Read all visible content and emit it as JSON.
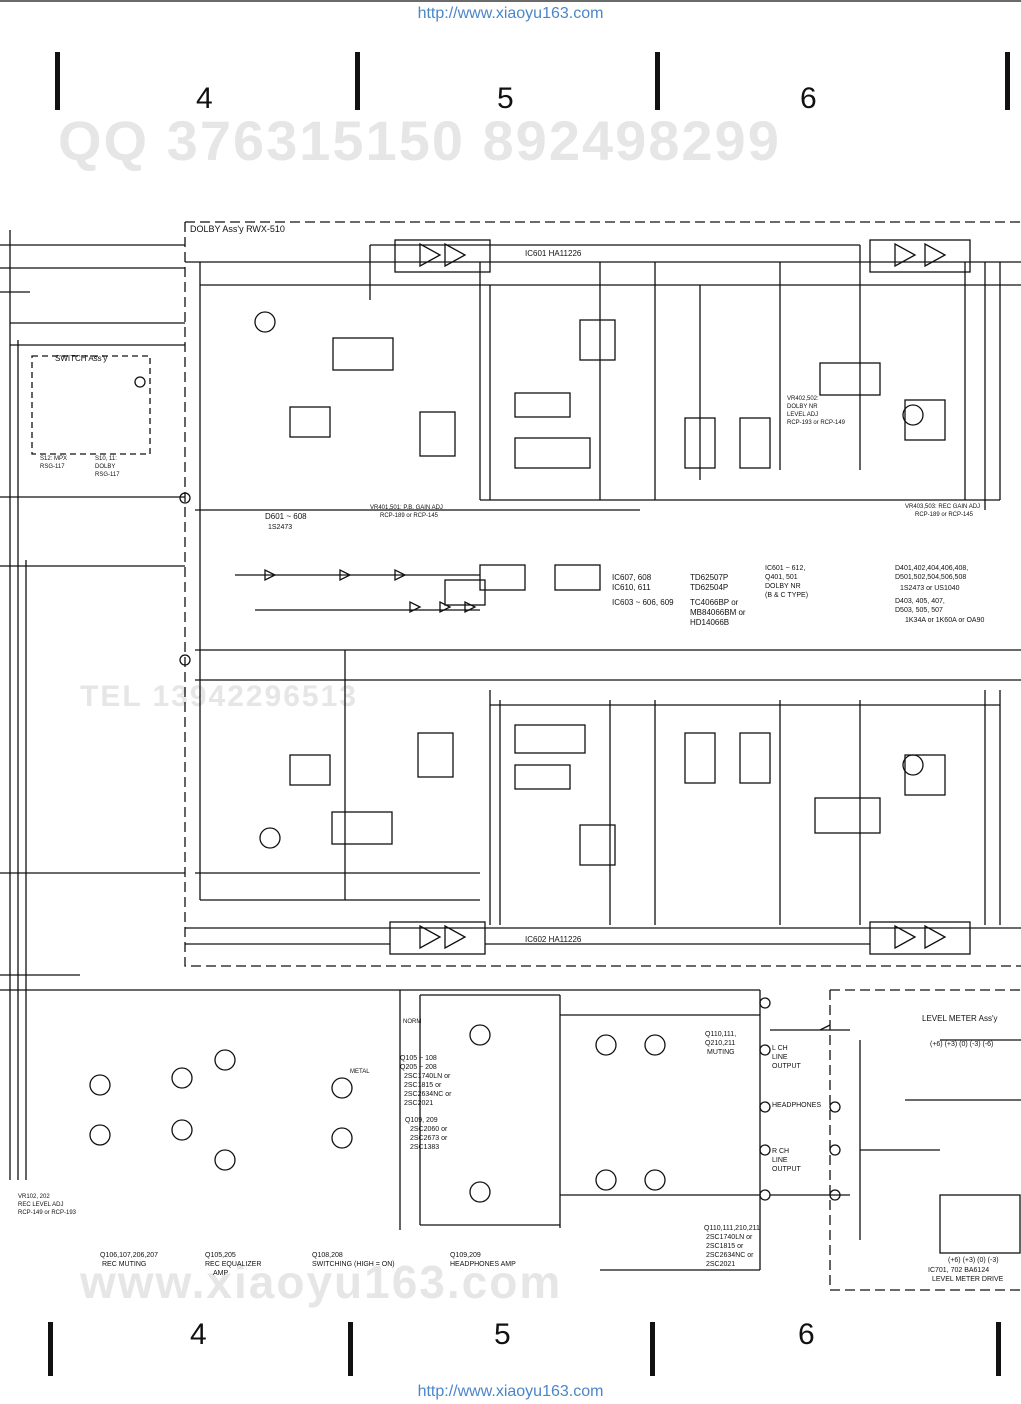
{
  "watermark_url": "http://www.xiaoyu163.com",
  "watermark_top": "QQ 376315150   892498299",
  "watermark_mid": "TEL 13942296513",
  "watermark_bottom": "www.xiaoyu163.com",
  "column_markers": [
    "4",
    "5",
    "6"
  ],
  "blocks": {
    "dolby": {
      "title": "DOLBY Ass'y  RWX-510",
      "ic_top": "IC601  HA11226",
      "ic_bottom": "IC602  HA11226",
      "switch_assy": "SWITCH Ass'y",
      "s12": "S12: MPX",
      "s12_part": "RSG-117",
      "s10": "S10, 11:",
      "s10_dolby": "DOLBY",
      "s10_part": "RSG-117",
      "d601": "D601 ~ 608",
      "d601_part": "1S2473",
      "vr401": "VR401,501: P.B. GAIN ADJ",
      "vr401_part": "RCP-189 or RCP-145",
      "vr403": "VR403,503: REC GAIN ADJ",
      "vr403_part": "RCP-189 or RCP-145",
      "vr402": "VR402,502:",
      "vr402_l1": "DOLBY NR",
      "vr402_l2": "LEVEL ADJ",
      "vr402_part": "RCP-193 or RCP-149"
    },
    "ic_table": {
      "r1_left": "IC607, 608",
      "r1_right": "TD62507P",
      "r2_left": "IC610, 611",
      "r2_right": "TD62504P",
      "r3_left": "IC603 ~ 606, 609",
      "r3_right": "TC4066BP or",
      "r4_right": "MB84066BM or",
      "r5_right": "HD14066B"
    },
    "ic_dolby": {
      "l1": "IC601 ~ 612,",
      "l2": "Q401, 501",
      "l3": "DOLBY  NR",
      "l4": "(B & C TYPE)"
    },
    "diodes": {
      "l1": "D401,402,404,406,408,",
      "l2": "D501,502,504,506,508",
      "l3": "1S2473  or  US1040",
      "l4": "D403, 405, 407,",
      "l5": "D503, 505, 507",
      "l6": "1K34A  or  1K60A  or  OA90"
    },
    "lower": {
      "q105": "Q105 ~ 108",
      "q205": "Q205 ~ 208",
      "t1": "2SC1740LN or",
      "t2": "2SC1815  or",
      "t3": "2SC2634NC or",
      "t4": "2SC2021",
      "q109": "Q109, 209",
      "q109_t1": "2SC2060  or",
      "q109_t2": "2SC2673  or",
      "q109_t3": "2SC1383",
      "q110": "Q110,111,",
      "q110_2": "Q210,211",
      "muting": "MUTING",
      "lch1": "L CH",
      "lch2": "LINE",
      "lch3": "OUTPUT",
      "headphones": "HEADPHONES",
      "rch1": "R CH",
      "rch2": "LINE",
      "rch3": "OUTPUT",
      "q110b_l1": "Q110,111,210,211",
      "q110b_l2": "2SC1740LN or",
      "q110b_l3": "2SC1815 or",
      "q110b_l4": "2SC2634NC or",
      "q110b_l5": "2SC2021",
      "vr102": "VR102, 202",
      "vr102_l2": "REC LEVEL ADJ",
      "vr102_l3": "RCP-149 or RCP-193",
      "cap1": "Q106,107,206,207",
      "cap1b": "REC MUTING",
      "cap2": "Q105,205",
      "cap2b": "REC EQUALIZER",
      "cap2c": "AMP",
      "cap3": "Q108,208",
      "cap3b": "SWITCHING (HIGH = ON)",
      "cap4": "Q109,209",
      "cap4b": "HEADPHONES AMP",
      "metal": "METAL",
      "norm": "NORM"
    },
    "level_meter": {
      "title": "LEVEL METER Ass'y",
      "scale_top": "(+6) (+3)  (0)  (-3)  (-6)",
      "scale_bot": "(+6) (+3)  (0)  (-3)",
      "ic": "IC701, 702   BA6124",
      "sub": "LEVEL METER DRIVE"
    }
  }
}
